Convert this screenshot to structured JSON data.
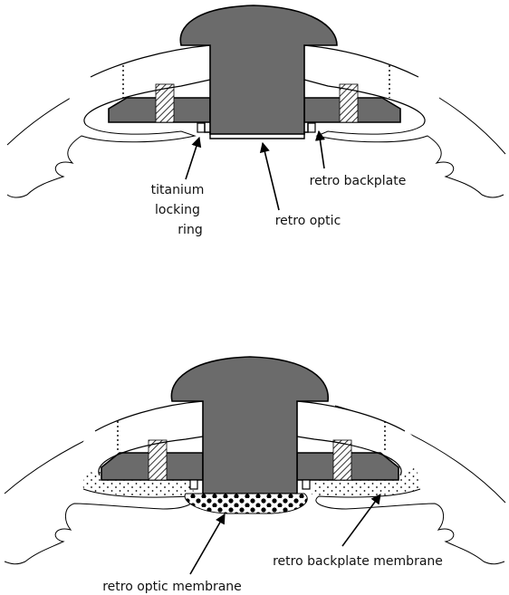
{
  "figure": {
    "colors": {
      "implant_fill": "#6b6b6b",
      "stroke": "#000000",
      "background": "#ffffff",
      "membrane_fill": "#ffffff"
    },
    "top_panel": {
      "labels": {
        "locking_ring": [
          "titanium",
          "locking",
          "ring"
        ],
        "retro_optic": "retro optic",
        "retro_backplate": "retro backplate"
      }
    },
    "bottom_panel": {
      "labels": {
        "optic_membrane": "retro optic membrane",
        "backplate_membrane": "retro backplate membrane"
      }
    }
  }
}
